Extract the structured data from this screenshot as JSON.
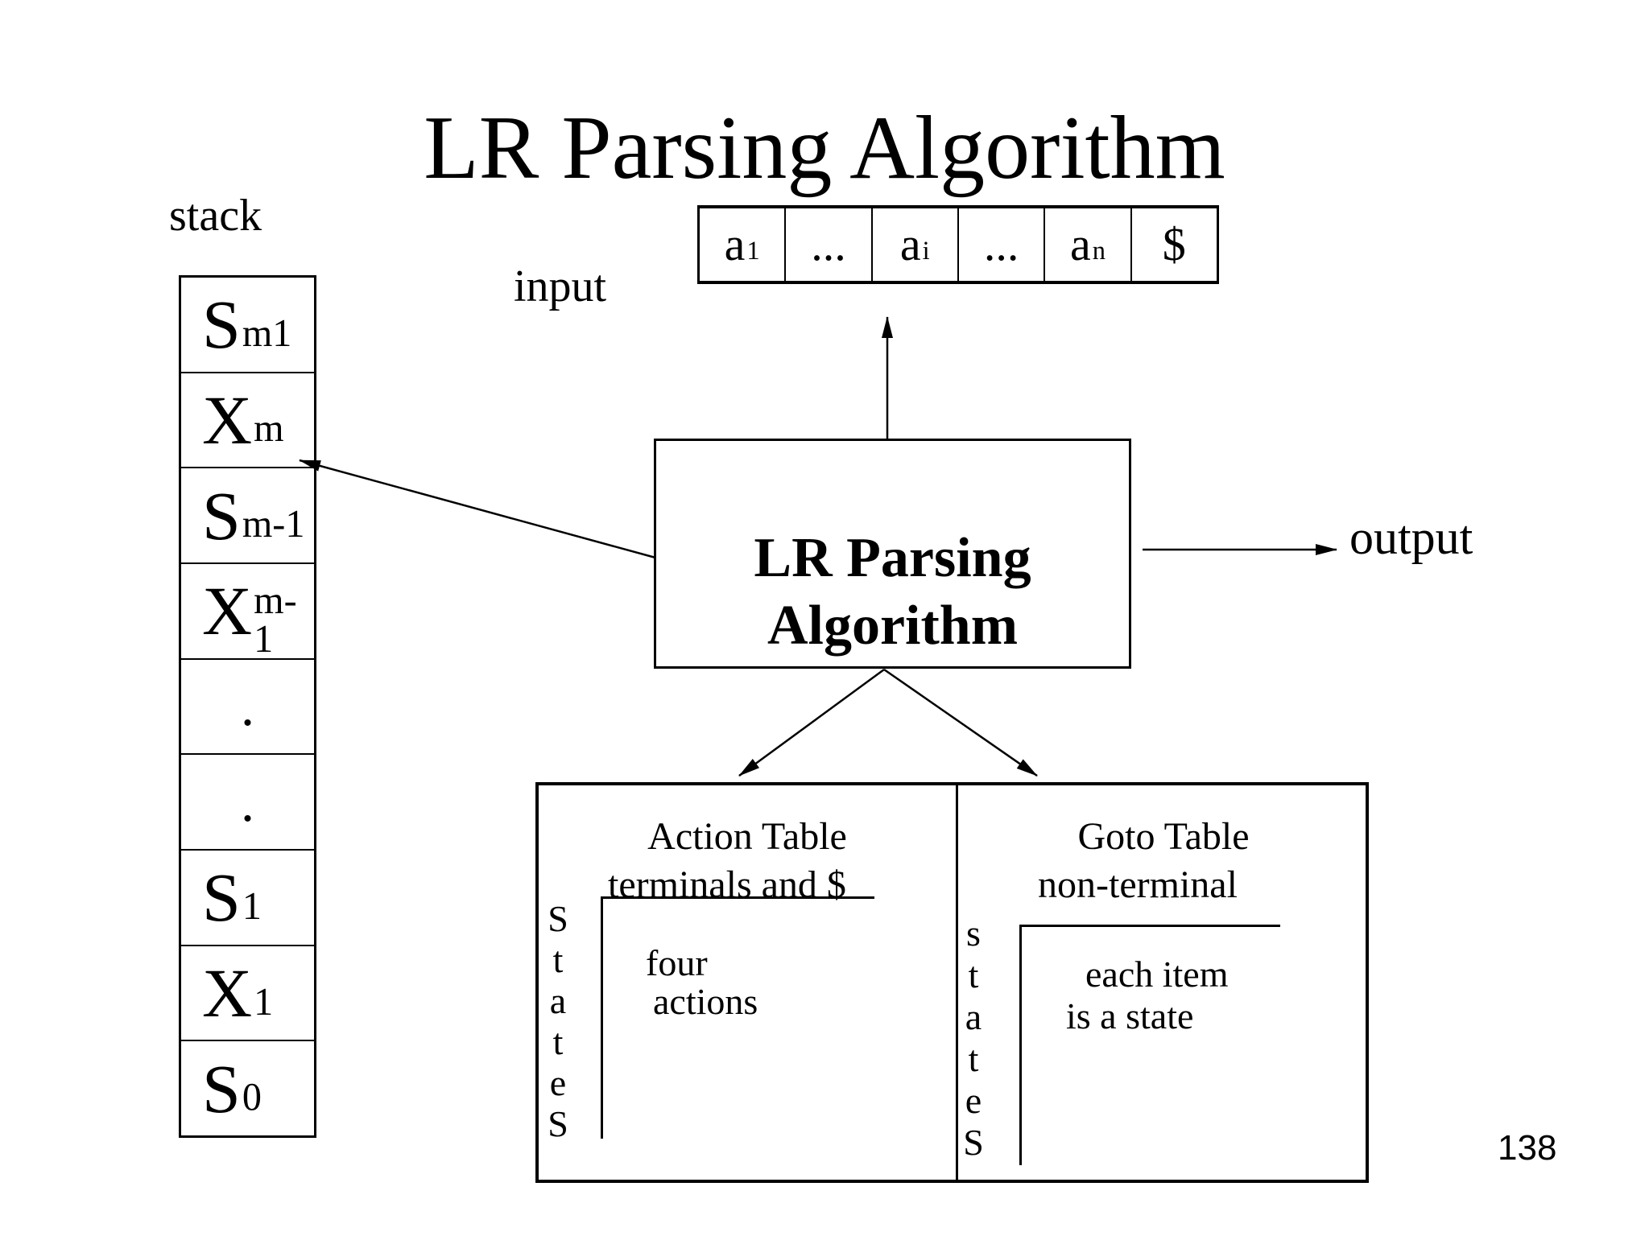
{
  "slide": {
    "page_number": "138",
    "background_color": "#ffffff",
    "ink_color": "#000000"
  },
  "title": "LR Parsing Algorithm",
  "stack": {
    "label": "stack",
    "cells": [
      {
        "base": "S",
        "sub": "m1"
      },
      {
        "base": "X",
        "sub": "m"
      },
      {
        "base": "S",
        "sub": "m-1"
      },
      {
        "base": "X",
        "sub": "m-1"
      },
      {
        "base": ".",
        "sub": ""
      },
      {
        "base": ".",
        "sub": ""
      },
      {
        "base": "S",
        "sub": "1"
      },
      {
        "base": "X",
        "sub": "1"
      },
      {
        "base": "S",
        "sub": "0"
      }
    ]
  },
  "input": {
    "label": "input",
    "cells": [
      {
        "base": "a",
        "sub": "1"
      },
      {
        "base": "...",
        "sub": ""
      },
      {
        "base": "a",
        "sub": "i"
      },
      {
        "base": "...",
        "sub": ""
      },
      {
        "base": "a",
        "sub": "n"
      },
      {
        "base": "$",
        "sub": ""
      }
    ]
  },
  "parser": {
    "line1": "LR Parsing",
    "line2": "Algorithm"
  },
  "output": {
    "label": "output"
  },
  "action_table": {
    "title": "Action Table",
    "column_header": "terminals and $",
    "row_header_letters": [
      "S",
      "t",
      "a",
      "t",
      "e",
      "S"
    ],
    "note_line1": "four",
    "note_line2": "actions"
  },
  "goto_table": {
    "title": "Goto Table",
    "column_header": "non-terminal",
    "row_header_letters": [
      "s",
      "t",
      "a",
      "t",
      "e",
      "S"
    ],
    "note_line1": "each item",
    "note_line2": "is a state"
  }
}
